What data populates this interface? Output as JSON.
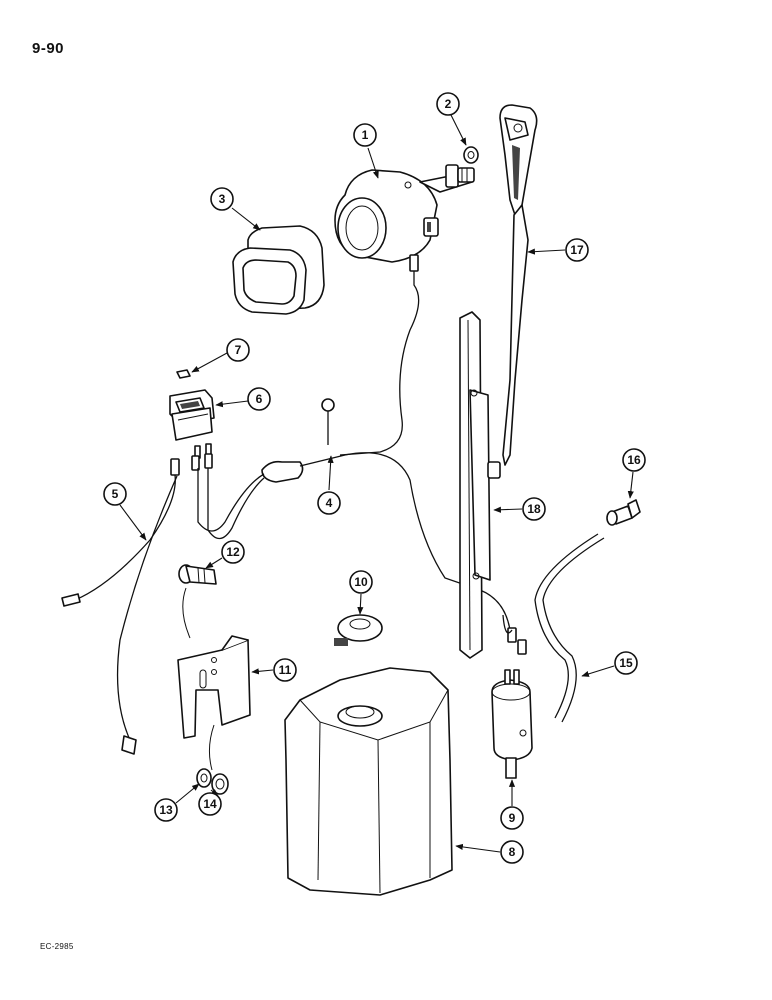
{
  "page": {
    "number": "9-90",
    "drawing_code": "EC-2985"
  },
  "callouts": [
    "1",
    "2",
    "3",
    "4",
    "5",
    "6",
    "7",
    "8",
    "9",
    "10",
    "11",
    "12",
    "13",
    "14",
    "15",
    "16",
    "17",
    "18"
  ]
}
